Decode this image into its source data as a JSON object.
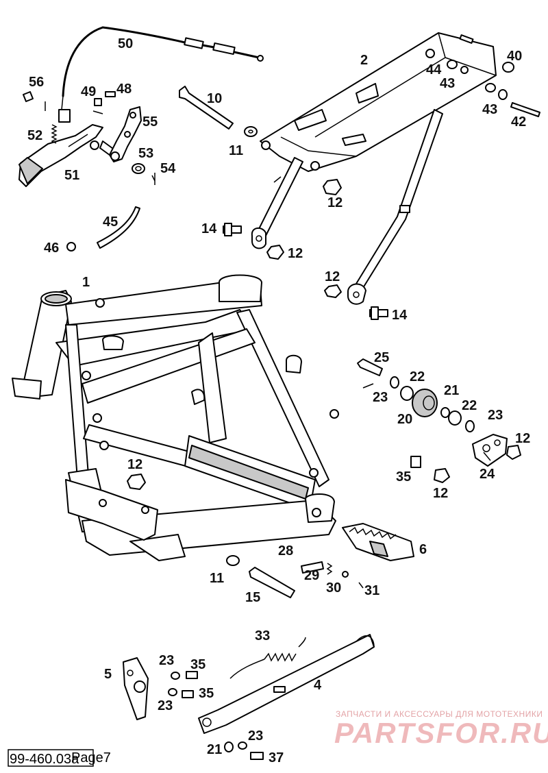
{
  "document": {
    "code": "99-460.03a",
    "page": "Page7"
  },
  "parts": [
    {
      "id": "p1",
      "label": "1"
    },
    {
      "id": "p2",
      "label": "2"
    },
    {
      "id": "p4",
      "label": "4"
    },
    {
      "id": "p5",
      "label": "5"
    },
    {
      "id": "p6",
      "label": "6"
    },
    {
      "id": "p10",
      "label": "10"
    },
    {
      "id": "p11a",
      "label": "11"
    },
    {
      "id": "p11b",
      "label": "11"
    },
    {
      "id": "p12a",
      "label": "12"
    },
    {
      "id": "p12b",
      "label": "12"
    },
    {
      "id": "p12c",
      "label": "12"
    },
    {
      "id": "p12d",
      "label": "12"
    },
    {
      "id": "p12e",
      "label": "12"
    },
    {
      "id": "p12f",
      "label": "12"
    },
    {
      "id": "p14a",
      "label": "14"
    },
    {
      "id": "p14b",
      "label": "14"
    },
    {
      "id": "p15",
      "label": "15"
    },
    {
      "id": "p20",
      "label": "20"
    },
    {
      "id": "p21a",
      "label": "21"
    },
    {
      "id": "p21b",
      "label": "21"
    },
    {
      "id": "p22a",
      "label": "22"
    },
    {
      "id": "p22b",
      "label": "22"
    },
    {
      "id": "p23a",
      "label": "23"
    },
    {
      "id": "p23b",
      "label": "23"
    },
    {
      "id": "p23c",
      "label": "23"
    },
    {
      "id": "p23d",
      "label": "23"
    },
    {
      "id": "p23e",
      "label": "23"
    },
    {
      "id": "p24",
      "label": "24"
    },
    {
      "id": "p25",
      "label": "25"
    },
    {
      "id": "p28",
      "label": "28"
    },
    {
      "id": "p29",
      "label": "29"
    },
    {
      "id": "p30",
      "label": "30"
    },
    {
      "id": "p31",
      "label": "31"
    },
    {
      "id": "p33",
      "label": "33"
    },
    {
      "id": "p35a",
      "label": "35"
    },
    {
      "id": "p35b",
      "label": "35"
    },
    {
      "id": "p35c",
      "label": "35"
    },
    {
      "id": "p37",
      "label": "37"
    },
    {
      "id": "p40",
      "label": "40"
    },
    {
      "id": "p42",
      "label": "42"
    },
    {
      "id": "p43a",
      "label": "43"
    },
    {
      "id": "p43b",
      "label": "43"
    },
    {
      "id": "p44",
      "label": "44"
    },
    {
      "id": "p45",
      "label": "45"
    },
    {
      "id": "p46",
      "label": "46"
    },
    {
      "id": "p48",
      "label": "48"
    },
    {
      "id": "p49",
      "label": "49"
    },
    {
      "id": "p50",
      "label": "50"
    },
    {
      "id": "p51",
      "label": "51"
    },
    {
      "id": "p52",
      "label": "52"
    },
    {
      "id": "p53",
      "label": "53"
    },
    {
      "id": "p54",
      "label": "54"
    },
    {
      "id": "p55",
      "label": "55"
    },
    {
      "id": "p56",
      "label": "56"
    }
  ],
  "watermark": {
    "tagline": "ЗАПЧАСТИ И АКСЕССУАРЫ ДЛЯ МОТОТЕХНИКИ",
    "brand": "PARTSFOR.RU"
  }
}
